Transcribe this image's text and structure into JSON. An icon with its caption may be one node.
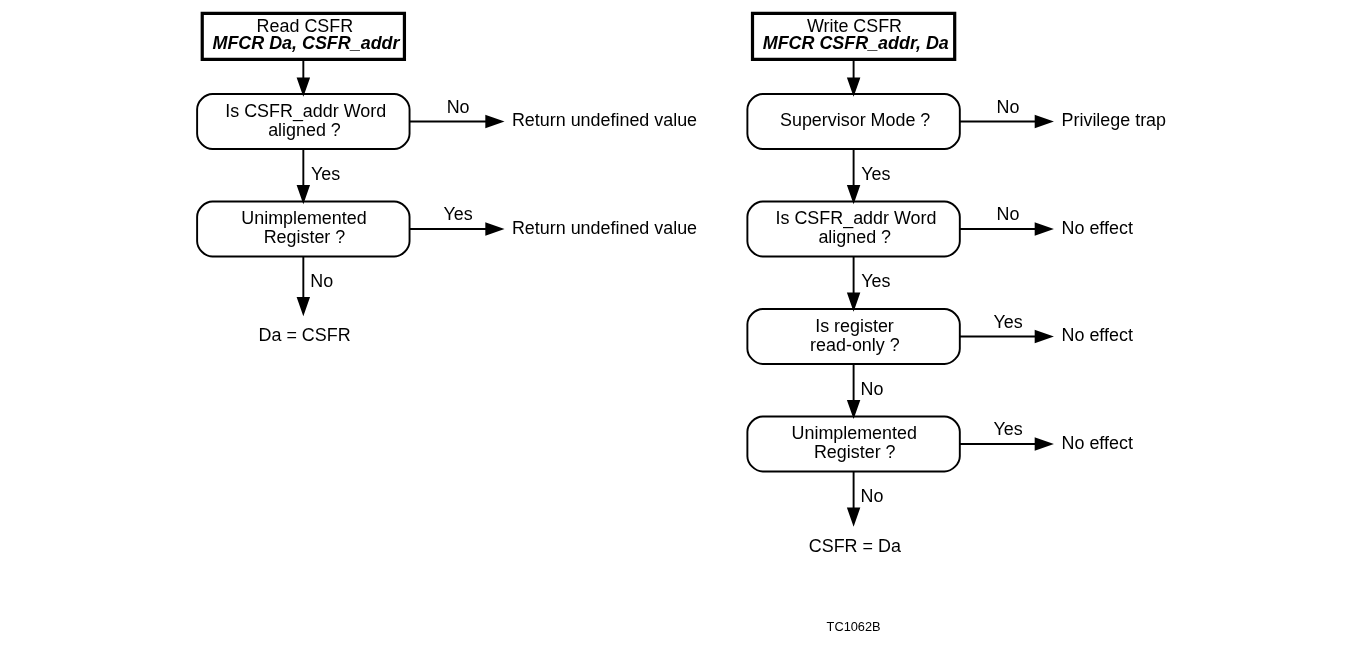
{
  "diagram": {
    "nodes": [
      {
        "text": [
          "Read CSFR",
          "MFCR Da, CSFR_addr"
        ]
      },
      {
        "text": [
          "Is CSFR_addr Word aligned ?"
        ]
      },
      {
        "text": [
          "Return undefined value"
        ]
      },
      {
        "text": [
          "Unimplemented Register ?"
        ]
      },
      {
        "text": [
          "Return undefined value"
        ]
      },
      {
        "text": [
          "Da = CSFR"
        ]
      },
      {
        "text": [
          "Write CSFR",
          "MFCR CSFR_addr, Da"
        ]
      },
      {
        "text": [
          "Supervisor Mode ?"
        ]
      },
      {
        "text": [
          "Privilege trap"
        ]
      },
      {
        "text": [
          "Is CSFR_addr Word aligned ?"
        ]
      },
      {
        "text": [
          "No effect"
        ]
      },
      {
        "text": [
          "Is register read-only ?"
        ]
      },
      {
        "text": [
          "No effect"
        ]
      },
      {
        "text": [
          "Unimplemented Register ?"
        ]
      },
      {
        "text": [
          "No effect"
        ]
      },
      {
        "text": [
          "CSFR = Da"
        ]
      }
    ],
    "edges": [
      {
        "from": 0,
        "to": 1,
        "arrow": "to"
      },
      {
        "from": 1,
        "to": 2,
        "arrow": "to",
        "label": "No"
      },
      {
        "from": 1,
        "to": 3,
        "arrow": "to",
        "label": "Yes"
      },
      {
        "from": 3,
        "to": 4,
        "arrow": "to",
        "label": "Yes"
      },
      {
        "from": 3,
        "to": 5,
        "arrow": "to",
        "label": "No"
      },
      {
        "from": 6,
        "to": 7,
        "arrow": "to"
      },
      {
        "from": 7,
        "to": 8,
        "arrow": "to",
        "label": "No"
      },
      {
        "from": 7,
        "to": 9,
        "arrow": "to",
        "label": "Yes"
      },
      {
        "from": 9,
        "to": 10,
        "arrow": "to",
        "label": "No"
      },
      {
        "from": 9,
        "to": 11,
        "arrow": "to",
        "label": "Yes"
      },
      {
        "from": 11,
        "to": 12,
        "arrow": "to",
        "label": "Yes"
      },
      {
        "from": 11,
        "to": 13,
        "arrow": "to",
        "label": "No"
      },
      {
        "from": 13,
        "to": 14,
        "arrow": "to",
        "label": "Yes"
      },
      {
        "from": 13,
        "to": 15,
        "arrow": "to",
        "label": "No"
      }
    ],
    "labels": [
      "TC1062B"
    ]
  }
}
